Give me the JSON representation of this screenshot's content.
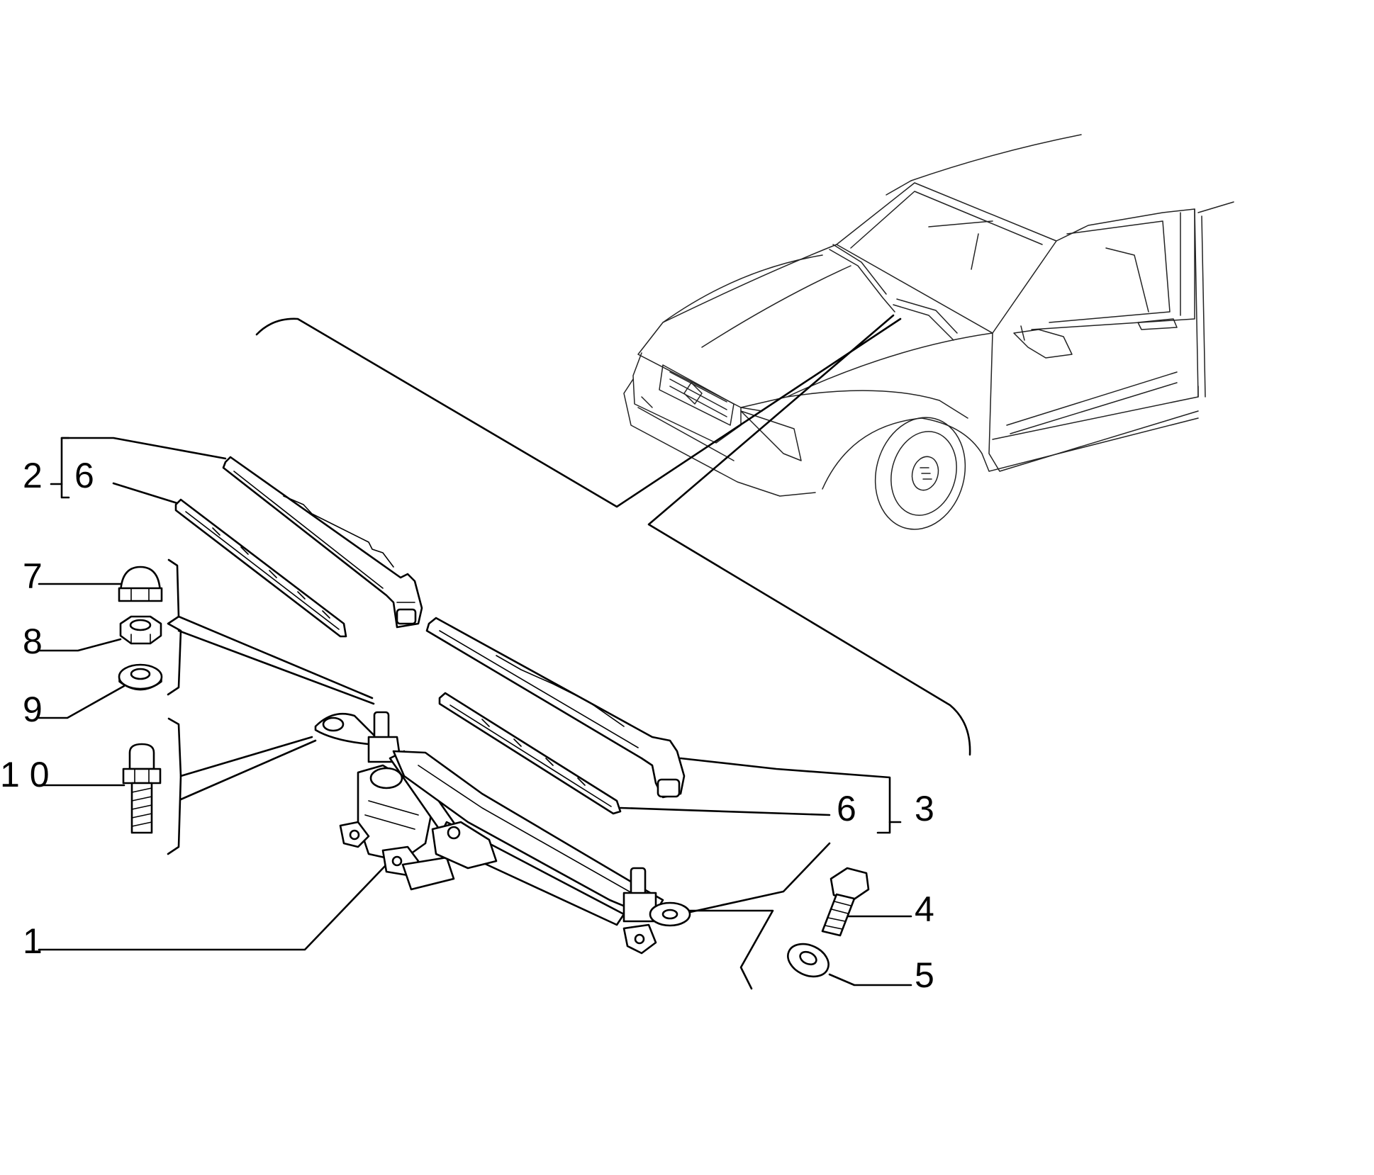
{
  "callouts": {
    "c1": "1",
    "c2": "2",
    "c3": "3",
    "c4": "4",
    "c5": "5",
    "c6a": "6",
    "c6b": "6",
    "c7": "7",
    "c8": "8",
    "c9": "9",
    "c10": "1 0"
  },
  "parts": [
    {
      "callout": "1",
      "icon": "wiper-linkage-motor-icon"
    },
    {
      "callout": "2",
      "icon": "left-wiper-arm-icon"
    },
    {
      "callout": "3",
      "icon": "right-wiper-arm-icon"
    },
    {
      "callout": "4",
      "icon": "bolt-icon"
    },
    {
      "callout": "5",
      "icon": "washer-icon"
    },
    {
      "callout": "6",
      "icon": "wiper-blade-icon"
    },
    {
      "callout": "7",
      "icon": "cap-nut-icon"
    },
    {
      "callout": "8",
      "icon": "hex-nut-icon"
    },
    {
      "callout": "9",
      "icon": "flat-washer-icon"
    },
    {
      "callout": "10",
      "icon": "stud-bolt-icon"
    }
  ]
}
